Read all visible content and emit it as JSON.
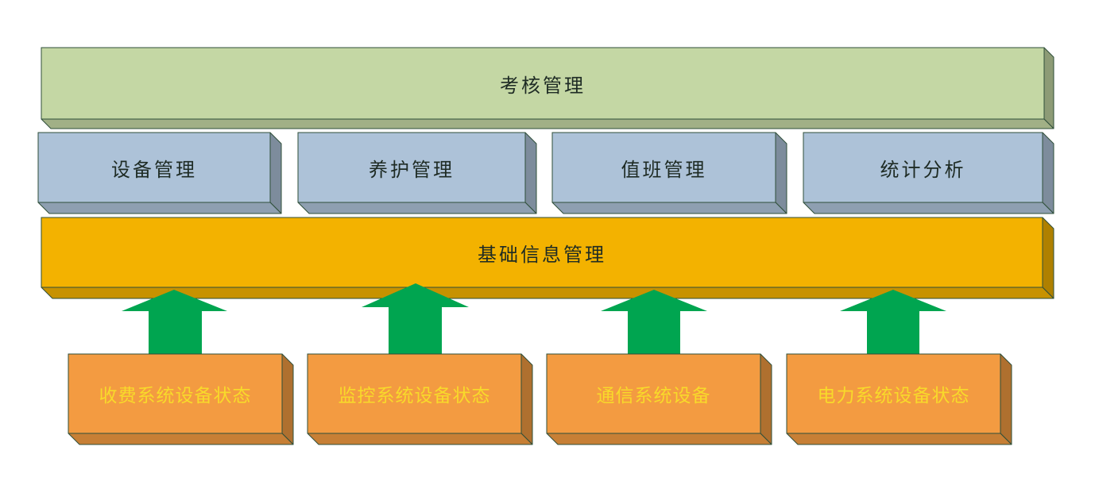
{
  "diagram": {
    "top": {
      "label": "考核管理"
    },
    "modules": [
      {
        "label": "设备管理"
      },
      {
        "label": "养护管理"
      },
      {
        "label": "值班管理"
      },
      {
        "label": "统计分析"
      }
    ],
    "base": {
      "label": "基础信息管理"
    },
    "sources": [
      {
        "label": "收费系统设备状态"
      },
      {
        "label": "监控系统设备状态"
      },
      {
        "label": "通信系统设备"
      },
      {
        "label": "电力系统设备状态"
      }
    ]
  },
  "colors": {
    "top_fill": "#c4d7a4",
    "module_fill": "#adc2d8",
    "base_fill": "#f3b200",
    "source_fill": "#f39b41",
    "arrow_fill": "#00a550",
    "outline": "#2f4f3a",
    "dark_text": "#1e2b24",
    "source_text": "#f8da2a"
  }
}
